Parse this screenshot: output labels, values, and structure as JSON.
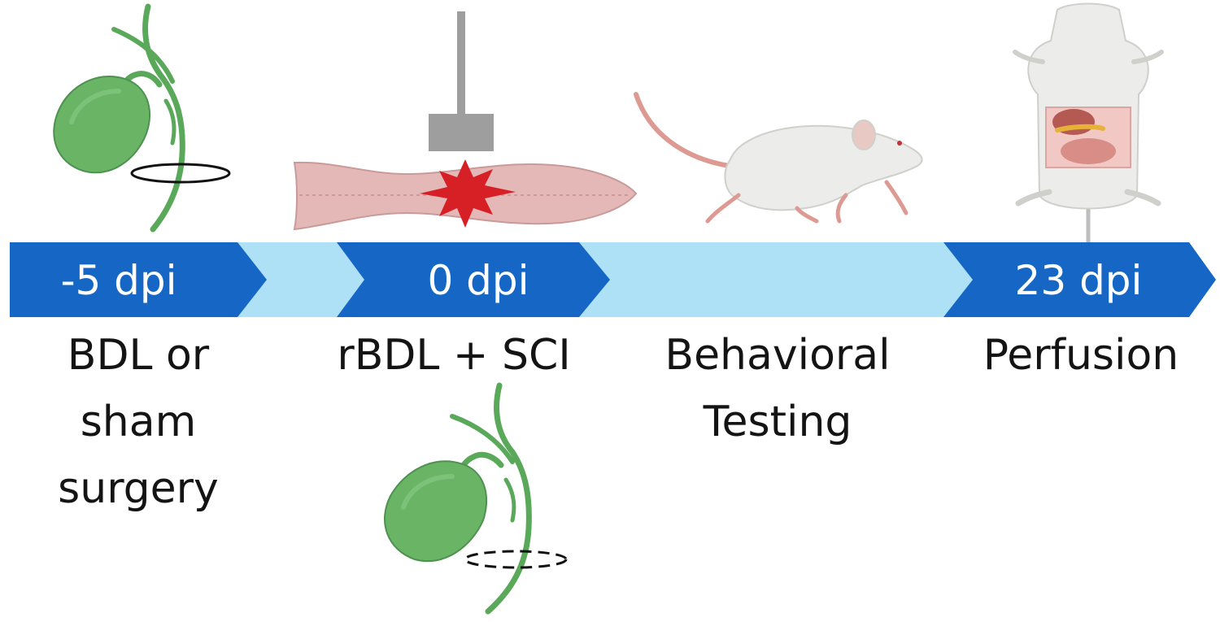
{
  "timeline": {
    "colors": {
      "track": "#aee0f6",
      "marker": "#1566c5",
      "marker_text": "#ffffff",
      "text": "#141414"
    },
    "markers": [
      {
        "label": "-5 dpi"
      },
      {
        "label": "0 dpi"
      },
      {
        "label": "23 dpi"
      }
    ]
  },
  "events": [
    {
      "lines": [
        "BDL or",
        "sham",
        "surgery"
      ],
      "icon": "gallbladder-ligated-icon"
    },
    {
      "lines": [
        "rBDL + SCI"
      ],
      "icon": "spinal-cord-impact-icon"
    },
    {
      "lines": [
        "Behavioral",
        "Testing"
      ],
      "icon": "rat-icon"
    },
    {
      "lines": [
        "Perfusion"
      ],
      "icon": "dissected-rat-icon"
    }
  ],
  "icons": {
    "top": [
      "gallbladder-ligated-icon",
      "spinal-cord-impact-icon",
      "rat-icon",
      "dissected-rat-icon"
    ],
    "bottom": [
      "gallbladder-ligature-removed-icon"
    ],
    "colors": {
      "gallbladder": "#6ab466",
      "bile_duct": "#5aa85a",
      "spinal_cord": "#e5b8b8",
      "injury": "#d71f26",
      "impactor": "#9e9e9e",
      "rat_body": "#ececea",
      "rat_tail": "#dc9a92"
    }
  }
}
